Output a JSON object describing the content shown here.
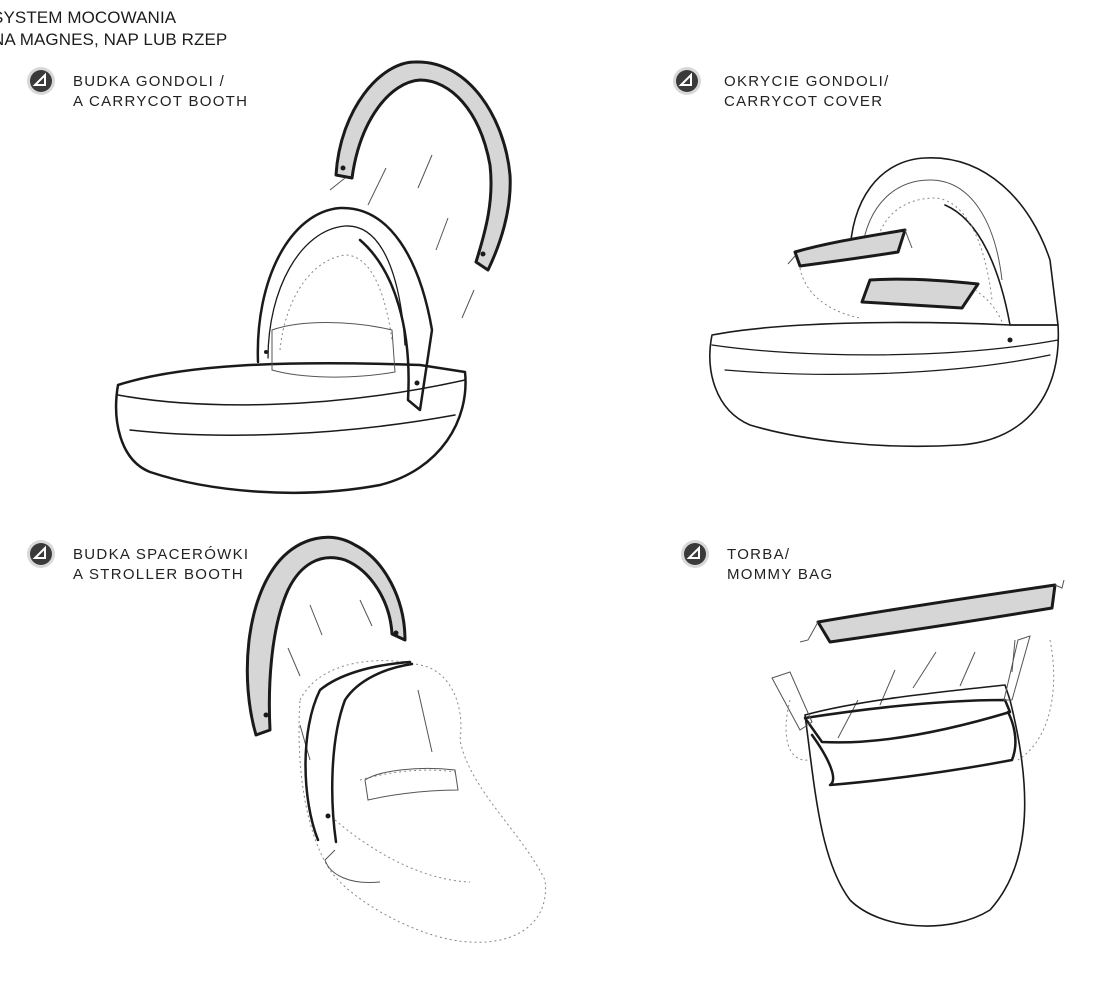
{
  "header": {
    "line1": "SYSTEM MOCOWANIA",
    "line2": "NA MAGNES, NAP LUB RZEP"
  },
  "panels": [
    {
      "line1": "BUDKA GONDOLI /",
      "line2": "A CARRYCOT BOOTH",
      "icon": "attach-badge-icon"
    },
    {
      "line1": "OKRYCIE GONDOLI/",
      "line2": "CARRYCOT COVER",
      "icon": "attach-badge-icon"
    },
    {
      "line1": "BUDKA SPACERÓWKI",
      "line2": "A STROLLER BOOTH",
      "icon": "attach-badge-icon"
    },
    {
      "line1": "TORBA/",
      "line2": "MOMMY BAG",
      "icon": "attach-badge-icon"
    }
  ],
  "colors": {
    "accent_grey": "#d6d6d6",
    "line": "#1a1a1a",
    "badge": "#3a3a3a"
  }
}
